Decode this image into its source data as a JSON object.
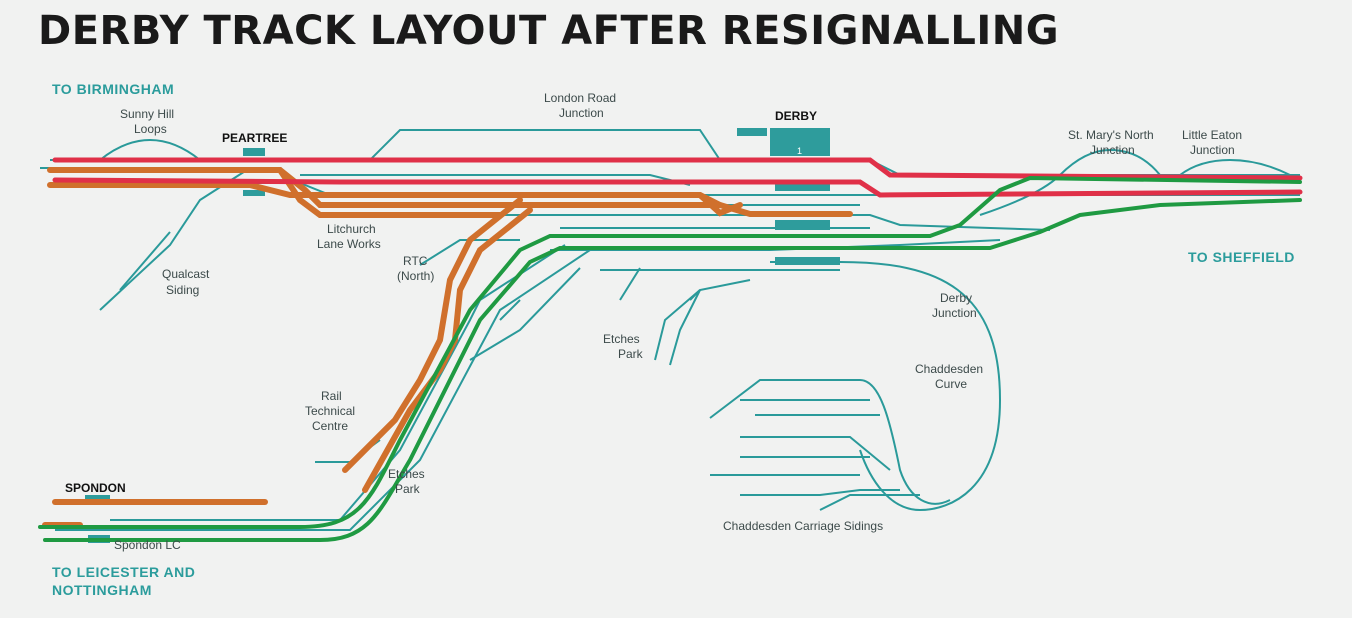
{
  "title": "DERBY TRACK LAYOUT AFTER RESIGNALLING",
  "directions": {
    "birmingham": "TO BIRMINGHAM",
    "sheffield": "TO SHEFFIELD",
    "leicester_line1": "TO LEICESTER AND",
    "leicester_line2": "NOTTINGHAM"
  },
  "stations": {
    "peartree": "PEARTREE",
    "derby": "DERBY",
    "spondon": "SPONDON",
    "platform_1": "1"
  },
  "labels": {
    "sunny_hill_1": "Sunny Hill",
    "sunny_hill_2": "Loops",
    "qualcast_1": "Qualcast",
    "qualcast_2": "Siding",
    "london_road_1": "London Road",
    "london_road_2": "Junction",
    "litchurch_1": "Litchurch",
    "litchurch_2": "Lane Works",
    "rtc_north_1": "RTC",
    "rtc_north_2": "(North)",
    "etches_park_upper_1": "Etches",
    "etches_park_upper_2": "Park",
    "st_marys_1": "St. Mary's North",
    "st_marys_2": "Junction",
    "little_eaton_1": "Little Eaton",
    "little_eaton_2": "Junction",
    "derby_junction_1": "Derby",
    "derby_junction_2": "Junction",
    "chaddesden_curve_1": "Chaddesden",
    "chaddesden_curve_2": "Curve",
    "rail_tech_1": "Rail",
    "rail_tech_2": "Technical",
    "rail_tech_3": "Centre",
    "etches_park_lower_1": "Etches",
    "etches_park_lower_2": "Park",
    "chaddesden_sidings": "Chaddesden Carriage Sidings",
    "spondon_lc": "Spondon LC"
  },
  "colors": {
    "track": "#2a9a9a",
    "red_route": "#e03048",
    "orange_route": "#d0702c",
    "green_route": "#1f9a42",
    "title": "#1a1a1a",
    "direction_text": "#2b9c9c"
  }
}
